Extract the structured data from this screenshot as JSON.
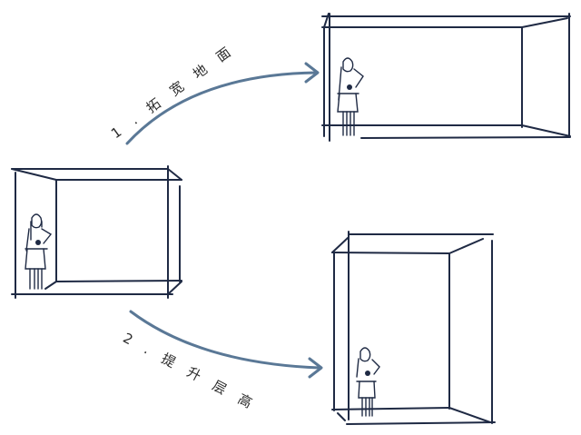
{
  "diagram": {
    "colors": {
      "ink": "#1f2a44",
      "arrow": "#5a7896",
      "background": "#ffffff",
      "text": "#2a2a2a"
    },
    "start_room": {
      "label": "",
      "figure": "person-figure"
    },
    "transitions": [
      {
        "step": "1",
        "label": "1 . 拓 宽 地 面",
        "direction": "up-right",
        "result_room": "wide-room"
      },
      {
        "step": "2",
        "label": "2 . 提 升 层 高",
        "direction": "down-right",
        "result_room": "tall-room"
      }
    ]
  }
}
